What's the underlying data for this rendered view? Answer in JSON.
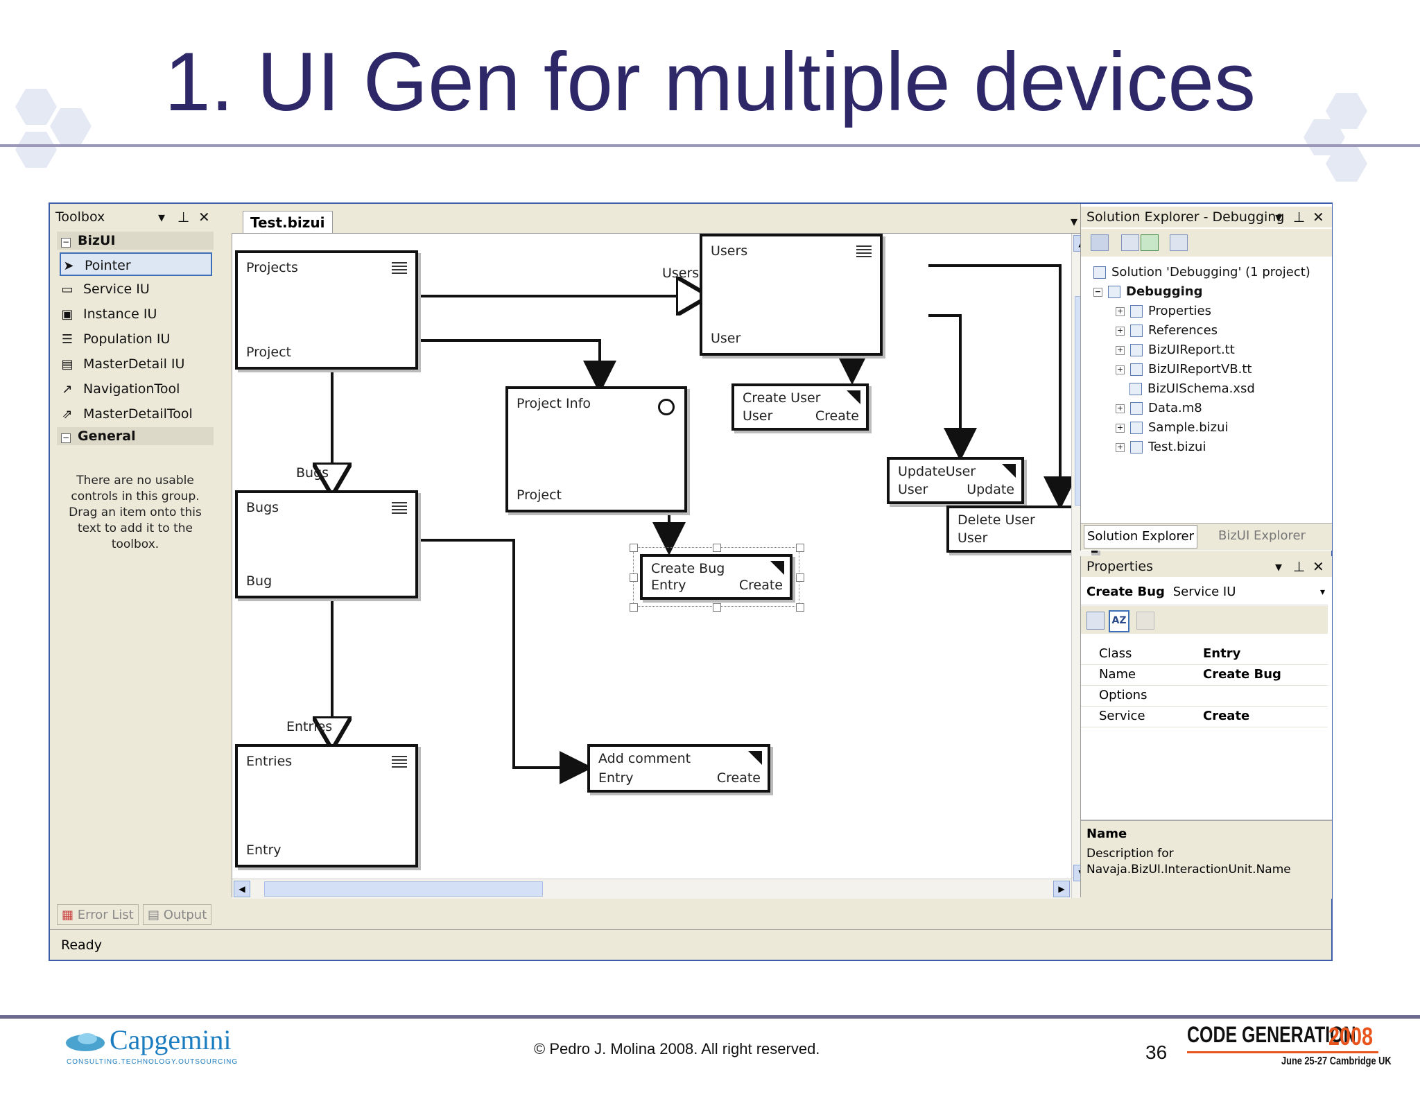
{
  "slide": {
    "title": "1. UI Gen for multiple devices",
    "footer": "© Pedro J. Molina 2008. All right reserved.",
    "page_number": "36",
    "logo_left": {
      "name": "Capgemini",
      "tagline": "CONSULTING.TECHNOLOGY.OUTSOURCING"
    },
    "logo_right": {
      "line1": "CODE GENERATION",
      "year": "2008",
      "line2": "June 25-27 Cambridge UK"
    }
  },
  "toolbox": {
    "title": "Toolbox",
    "group_bizui": "BizUI",
    "items": [
      "Pointer",
      "Service IU",
      "Instance IU",
      "Population IU",
      "MasterDetail IU",
      "NavigationTool",
      "MasterDetailTool"
    ],
    "group_general": "General",
    "empty_message": "There are no usable controls in this group. Drag an item onto this text to add it to the toolbox."
  },
  "document": {
    "tab": "Test.bizui"
  },
  "diagram": {
    "nodes": {
      "projects": {
        "title": "Projects",
        "bottom": "Project"
      },
      "users": {
        "title": "Users",
        "bottom": "User"
      },
      "project_info": {
        "title": "Project Info",
        "bottom": "Project"
      },
      "bugs": {
        "title": "Bugs",
        "bottom": "Bug"
      },
      "entries": {
        "title": "Entries",
        "bottom": "Entry"
      },
      "create_user": {
        "title": "Create User",
        "left": "User",
        "right": "Create"
      },
      "update_user": {
        "title": "UpdateUser",
        "left": "User",
        "right": "Update"
      },
      "delete_user": {
        "title": "Delete User",
        "left": "User"
      },
      "create_bug": {
        "title": "Create Bug",
        "left": "Entry",
        "right": "Create"
      },
      "add_comment": {
        "title": "Add comment",
        "left": "Entry",
        "right": "Create"
      }
    },
    "edge_labels": {
      "users": "Users",
      "bugs": "Bugs",
      "entries": "Entries"
    }
  },
  "solution_explorer": {
    "title": "Solution Explorer - Debugging",
    "solution": "Solution 'Debugging' (1 project)",
    "project": "Debugging",
    "items": [
      "Properties",
      "References",
      "BizUIReport.tt",
      "BizUIReportVB.tt",
      "BizUISchema.xsd",
      "Data.m8",
      "Sample.bizui",
      "Test.bizui"
    ],
    "tabs": [
      "Solution Explorer",
      "BizUI Explorer"
    ]
  },
  "properties": {
    "title": "Properties",
    "object_name": "Create Bug",
    "object_type": "Service IU",
    "rows": [
      {
        "key": "Class",
        "value": "Entry"
      },
      {
        "key": "Name",
        "value": "Create Bug"
      },
      {
        "key": "Options",
        "value": ""
      },
      {
        "key": "Service",
        "value": "Create"
      }
    ],
    "desc_title": "Name",
    "desc_text": "Description for Navaja.BizUI.InteractionUnit.Name"
  },
  "bottom_tabs": [
    "Error List",
    "Output"
  ],
  "status": "Ready"
}
